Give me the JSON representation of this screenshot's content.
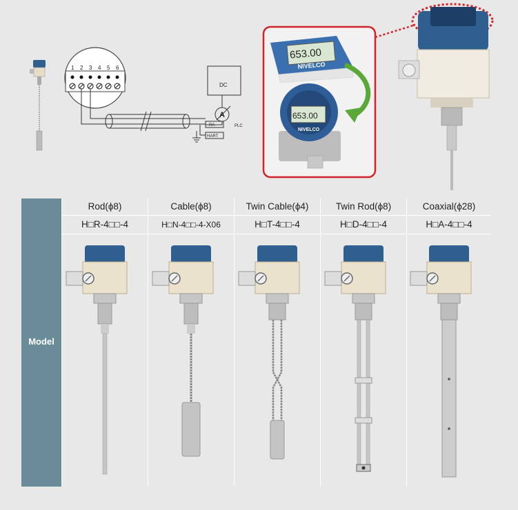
{
  "diagram": {
    "terminals": [
      "1",
      "2",
      "3",
      "4",
      "5",
      "6"
    ],
    "dc_label": "DC",
    "ammeter_label": "A",
    "plc_label": "PLC",
    "ra_label": "RA",
    "hart_label": "HART"
  },
  "display": {
    "reading_top": "653.00",
    "reading_bottom": "653.00",
    "brand": "NIVELCO"
  },
  "table": {
    "side_label": "Model",
    "columns": [
      {
        "name": "Rod(ϕ8)",
        "code": "H□R-4□□-4"
      },
      {
        "name": "Cable(ϕ8)",
        "code": "H□N-4□□-4-X06"
      },
      {
        "name": "Twin Cable(ϕ4)",
        "code": "H□T-4□□-4"
      },
      {
        "name": "Twin Rod(ϕ8)",
        "code": "H□D-4□□-4"
      },
      {
        "name": "Coaxial(ϕ28)",
        "code": "H□A-4□□-4"
      }
    ]
  },
  "colors": {
    "side_bar": "#6a8c99",
    "housing_cap": "#2e5f8e",
    "highlight": "#d2232a",
    "arrow": "#5aa83a"
  }
}
